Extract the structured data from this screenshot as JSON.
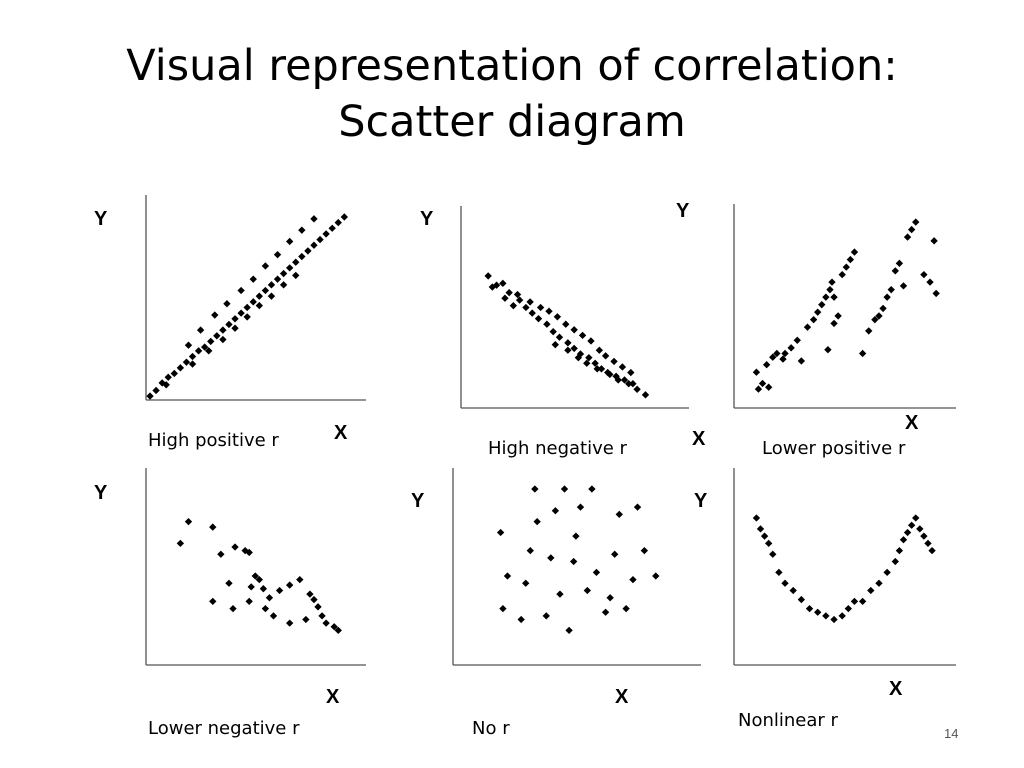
{
  "slide": {
    "title_line1": "Visual representation of correlation:",
    "title_line2": "Scatter diagram",
    "page_number": "14"
  },
  "axis_labels": {
    "y": "Y",
    "x": "X"
  },
  "colors": {
    "marker": "#000000",
    "axis": "#555555",
    "background": "#ffffff"
  },
  "chart_data": [
    {
      "type": "scatter",
      "caption": "High positive r",
      "xlabel": "X",
      "ylabel": "Y",
      "xlim": [
        0,
        100
      ],
      "ylim": [
        0,
        100
      ],
      "grid": false,
      "points": [
        [
          1,
          1
        ],
        [
          4,
          4
        ],
        [
          7,
          8
        ],
        [
          9,
          7
        ],
        [
          10,
          11
        ],
        [
          13,
          13
        ],
        [
          16,
          16
        ],
        [
          19,
          19
        ],
        [
          22,
          22
        ],
        [
          25,
          25
        ],
        [
          28,
          27
        ],
        [
          31,
          30
        ],
        [
          34,
          33
        ],
        [
          37,
          36
        ],
        [
          40,
          39
        ],
        [
          43,
          42
        ],
        [
          46,
          45
        ],
        [
          49,
          48
        ],
        [
          52,
          51
        ],
        [
          55,
          54
        ],
        [
          58,
          57
        ],
        [
          61,
          60
        ],
        [
          64,
          63
        ],
        [
          67,
          66
        ],
        [
          70,
          69
        ],
        [
          73,
          72
        ],
        [
          76,
          75
        ],
        [
          79,
          78
        ],
        [
          82,
          81
        ],
        [
          85,
          84
        ],
        [
          88,
          87
        ],
        [
          91,
          90
        ],
        [
          94,
          93
        ],
        [
          97,
          96
        ],
        [
          20,
          28
        ],
        [
          26,
          36
        ],
        [
          33,
          44
        ],
        [
          39,
          50
        ],
        [
          46,
          57
        ],
        [
          52,
          63
        ],
        [
          58,
          70
        ],
        [
          64,
          76
        ],
        [
          70,
          83
        ],
        [
          76,
          89
        ],
        [
          82,
          95
        ],
        [
          22,
          18
        ],
        [
          30,
          25
        ],
        [
          37,
          31
        ],
        [
          43,
          37
        ],
        [
          49,
          43
        ],
        [
          55,
          49
        ],
        [
          61,
          54
        ],
        [
          67,
          60
        ],
        [
          73,
          65
        ]
      ]
    },
    {
      "type": "scatter",
      "caption": "High negative r",
      "xlabel": "X",
      "ylabel": "Y",
      "xlim": [
        0,
        100
      ],
      "ylim": [
        0,
        100
      ],
      "grid": false,
      "points": [
        [
          12,
          70
        ],
        [
          14,
          64
        ],
        [
          16,
          65
        ],
        [
          19,
          66
        ],
        [
          20,
          58
        ],
        [
          24,
          54
        ],
        [
          27,
          57
        ],
        [
          30,
          53
        ],
        [
          33,
          50
        ],
        [
          36,
          47
        ],
        [
          40,
          44
        ],
        [
          43,
          40
        ],
        [
          46,
          37
        ],
        [
          50,
          34
        ],
        [
          53,
          31
        ],
        [
          56,
          28
        ],
        [
          60,
          26
        ],
        [
          63,
          23
        ],
        [
          66,
          20
        ],
        [
          70,
          17
        ],
        [
          74,
          14
        ],
        [
          79,
          12
        ],
        [
          83,
          9
        ],
        [
          87,
          6
        ],
        [
          22,
          61
        ],
        [
          26,
          60
        ],
        [
          32,
          56
        ],
        [
          37,
          53
        ],
        [
          41,
          51
        ],
        [
          45,
          48
        ],
        [
          49,
          44
        ],
        [
          53,
          41
        ],
        [
          57,
          38
        ],
        [
          61,
          35
        ],
        [
          65,
          30
        ],
        [
          68,
          27
        ],
        [
          72,
          24
        ],
        [
          76,
          21
        ],
        [
          80,
          18
        ],
        [
          44,
          33
        ],
        [
          50,
          30
        ],
        [
          55,
          26
        ],
        [
          59,
          23
        ],
        [
          64,
          20
        ],
        [
          69,
          18
        ],
        [
          73,
          16
        ],
        [
          77,
          14
        ],
        [
          81,
          12
        ]
      ]
    },
    {
      "type": "scatter",
      "caption": "Lower positive r",
      "xlabel": "X",
      "ylabel": "Y",
      "xlim": [
        0,
        100
      ],
      "ylim": [
        0,
        100
      ],
      "grid": false,
      "points": [
        [
          10,
          18
        ],
        [
          11,
          9
        ],
        [
          13,
          12
        ],
        [
          15,
          22
        ],
        [
          16,
          10
        ],
        [
          18,
          26
        ],
        [
          20,
          28
        ],
        [
          23,
          25
        ],
        [
          24,
          28
        ],
        [
          27,
          31
        ],
        [
          30,
          35
        ],
        [
          32,
          24
        ],
        [
          35,
          42
        ],
        [
          38,
          46
        ],
        [
          40,
          50
        ],
        [
          42,
          54
        ],
        [
          44,
          58
        ],
        [
          45,
          30
        ],
        [
          46,
          62
        ],
        [
          47,
          66
        ],
        [
          48,
          44
        ],
        [
          48,
          58
        ],
        [
          50,
          48
        ],
        [
          52,
          70
        ],
        [
          54,
          74
        ],
        [
          56,
          78
        ],
        [
          58,
          82
        ],
        [
          62,
          28
        ],
        [
          65,
          40
        ],
        [
          68,
          46
        ],
        [
          70,
          48
        ],
        [
          72,
          52
        ],
        [
          74,
          58
        ],
        [
          76,
          62
        ],
        [
          78,
          72
        ],
        [
          80,
          76
        ],
        [
          82,
          64
        ],
        [
          84,
          90
        ],
        [
          86,
          94
        ],
        [
          88,
          98
        ],
        [
          92,
          70
        ],
        [
          95,
          66
        ],
        [
          97,
          88
        ],
        [
          98,
          60
        ]
      ]
    },
    {
      "type": "scatter",
      "caption": "Lower negative r",
      "xlabel": "X",
      "ylabel": "Y",
      "xlim": [
        0,
        100
      ],
      "ylim": [
        0,
        100
      ],
      "grid": false,
      "points": [
        [
          16,
          66
        ],
        [
          20,
          78
        ],
        [
          32,
          75
        ],
        [
          36,
          60
        ],
        [
          43,
          64
        ],
        [
          48,
          62
        ],
        [
          50,
          61
        ],
        [
          51,
          42
        ],
        [
          53,
          48
        ],
        [
          55,
          46
        ],
        [
          57,
          41
        ],
        [
          32,
          34
        ],
        [
          40,
          44
        ],
        [
          42,
          30
        ],
        [
          50,
          34
        ],
        [
          58,
          30
        ],
        [
          60,
          36
        ],
        [
          65,
          40
        ],
        [
          70,
          43
        ],
        [
          75,
          46
        ],
        [
          80,
          38
        ],
        [
          82,
          35
        ],
        [
          84,
          31
        ],
        [
          86,
          26
        ],
        [
          62,
          26
        ],
        [
          70,
          22
        ],
        [
          78,
          24
        ],
        [
          88,
          22
        ],
        [
          92,
          20
        ],
        [
          94,
          18
        ]
      ]
    },
    {
      "type": "scatter",
      "caption": "No r",
      "xlabel": "X",
      "ylabel": "Y",
      "xlim": [
        0,
        100
      ],
      "ylim": [
        0,
        100
      ],
      "grid": false,
      "points": [
        [
          20,
          72
        ],
        [
          21,
          30
        ],
        [
          23,
          48
        ],
        [
          29,
          24
        ],
        [
          31,
          44
        ],
        [
          33,
          62
        ],
        [
          35,
          96
        ],
        [
          36,
          78
        ],
        [
          40,
          26
        ],
        [
          42,
          58
        ],
        [
          44,
          84
        ],
        [
          46,
          38
        ],
        [
          48,
          96
        ],
        [
          50,
          18
        ],
        [
          52,
          56
        ],
        [
          53,
          70
        ],
        [
          55,
          86
        ],
        [
          58,
          40
        ],
        [
          60,
          96
        ],
        [
          62,
          50
        ],
        [
          66,
          28
        ],
        [
          68,
          36
        ],
        [
          70,
          60
        ],
        [
          72,
          82
        ],
        [
          75,
          30
        ],
        [
          78,
          46
        ],
        [
          80,
          86
        ],
        [
          83,
          62
        ],
        [
          88,
          48
        ]
      ]
    },
    {
      "type": "scatter",
      "caption": "Nonlinear r",
      "xlabel": "X",
      "ylabel": "Y",
      "xlim": [
        0,
        100
      ],
      "ylim": [
        0,
        100
      ],
      "grid": false,
      "points": [
        [
          10,
          80
        ],
        [
          12,
          74
        ],
        [
          14,
          70
        ],
        [
          16,
          66
        ],
        [
          18,
          60
        ],
        [
          21,
          50
        ],
        [
          24,
          44
        ],
        [
          28,
          40
        ],
        [
          32,
          35
        ],
        [
          36,
          30
        ],
        [
          40,
          28
        ],
        [
          44,
          26
        ],
        [
          48,
          24
        ],
        [
          52,
          26
        ],
        [
          55,
          30
        ],
        [
          58,
          34
        ],
        [
          62,
          34
        ],
        [
          66,
          40
        ],
        [
          70,
          44
        ],
        [
          74,
          50
        ],
        [
          78,
          56
        ],
        [
          80,
          62
        ],
        [
          82,
          68
        ],
        [
          84,
          72
        ],
        [
          86,
          76
        ],
        [
          88,
          80
        ],
        [
          90,
          74
        ],
        [
          92,
          70
        ],
        [
          94,
          66
        ],
        [
          96,
          62
        ]
      ]
    }
  ]
}
